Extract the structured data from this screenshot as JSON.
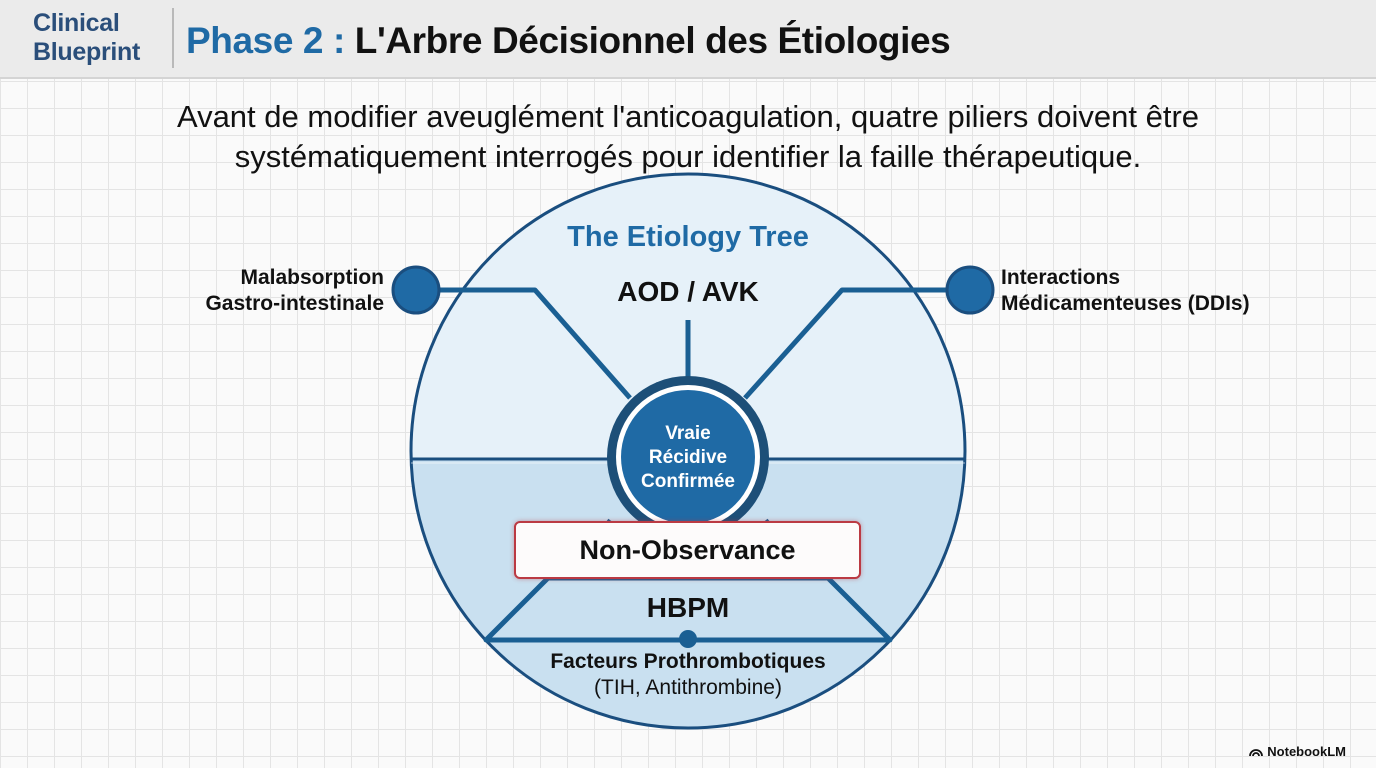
{
  "header": {
    "brand_line1": "Clinical",
    "brand_line2": "Blueprint",
    "title_phase": "Phase 2 :",
    "title_main": "L'Arbre Décisionnel des Étiologies"
  },
  "subtitle": {
    "line1": "Avant de modifier aveuglément l'anticoagulation, quatre piliers doivent être",
    "line2": "systématiquement interrogés pour identifier la faille thérapeutique."
  },
  "diagram": {
    "tree_title": "The Etiology Tree",
    "top_node": "AOD / AVK",
    "core": {
      "line1": "Vraie",
      "line2": "Récidive",
      "line3": "Confirmée"
    },
    "left_pillar": {
      "line1": "Malabsorption",
      "line2": "Gastro-intestinale"
    },
    "right_pillar": {
      "line1": "Interactions",
      "line2": "Médicamenteuses (DDIs)"
    },
    "non_observance": "Non-Observance",
    "hbpm": "HBPM",
    "bottom_pillar": {
      "line1": "Facteurs Prothrombotiques",
      "line2": "(TIH, Antithrombine)"
    }
  },
  "footer": {
    "badge": "NotebookLM"
  },
  "colors": {
    "accent_blue": "#1f6aa5",
    "dark_blue": "#1a4e7f",
    "circle_top": "#e6f1f9",
    "circle_bottom": "#c9e0f0",
    "alert_red": "#bb3a43",
    "brand_navy": "#2a4e7a"
  }
}
